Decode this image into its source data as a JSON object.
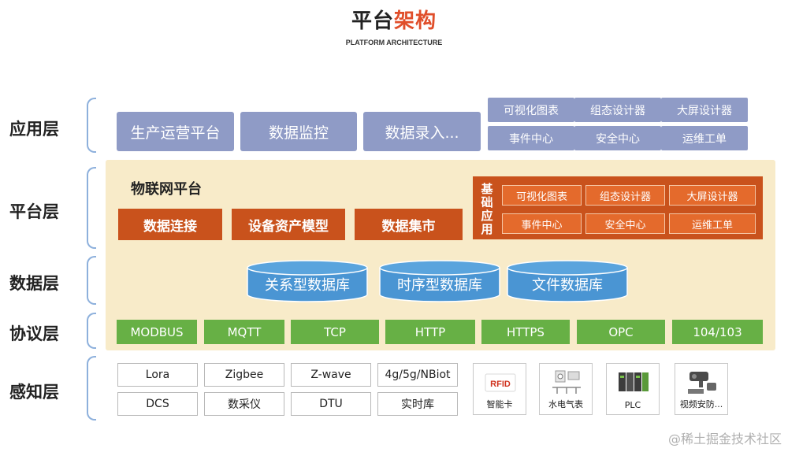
{
  "header": {
    "title_part1": "平台",
    "title_part2": "架构",
    "subtitle": "PLATFORM ARCHITECTURE"
  },
  "layers": [
    "应用层",
    "平台层",
    "数据层",
    "协议层",
    "感知层"
  ],
  "app_layer": {
    "big": [
      "生产运营平台",
      "数据监控",
      "数据录入..."
    ],
    "small": [
      "可视化图表",
      "组态设计器",
      "大屏设计器",
      "事件中心",
      "安全中心",
      "运维工单"
    ]
  },
  "platform_layer": {
    "title": "物联网平台",
    "modules": [
      "数据连接",
      "设备资产模型",
      "数据集市"
    ],
    "basic_label": "基础应用",
    "basic_items": [
      "可视化图表",
      "组态设计器",
      "大屏设计器",
      "事件中心",
      "安全中心",
      "运维工单"
    ]
  },
  "data_layer": {
    "databases": [
      "关系型数据库",
      "时序型数据库",
      "文件数据库"
    ]
  },
  "protocol_layer": {
    "protocols": [
      "MODBUS",
      "MQTT",
      "TCP",
      "HTTP",
      "HTTPS",
      "OPC",
      "104/103"
    ]
  },
  "sensing_layer": {
    "items": [
      "Lora",
      "Zigbee",
      "Z-wave",
      "4g/5g/NBiot",
      "DCS",
      "数采仪",
      "DTU",
      "实时库"
    ],
    "devices": [
      {
        "label": "智能卡",
        "icon": "rfid-icon",
        "icon_text": "RFID"
      },
      {
        "label": "水电气表",
        "icon": "meter-icon"
      },
      {
        "label": "PLC",
        "icon": "plc-icon"
      },
      {
        "label": "视频安防...",
        "icon": "camera-icon"
      }
    ]
  },
  "watermark": "@稀土掘金技术社区",
  "colors": {
    "app": "#8f9bc6",
    "panel": "#f8ebc9",
    "orange": "#c9521c",
    "orange_light": "#e46a2c",
    "database": "#4a95d3",
    "protocol": "#67b045",
    "title_accent": "#e04e2a"
  }
}
